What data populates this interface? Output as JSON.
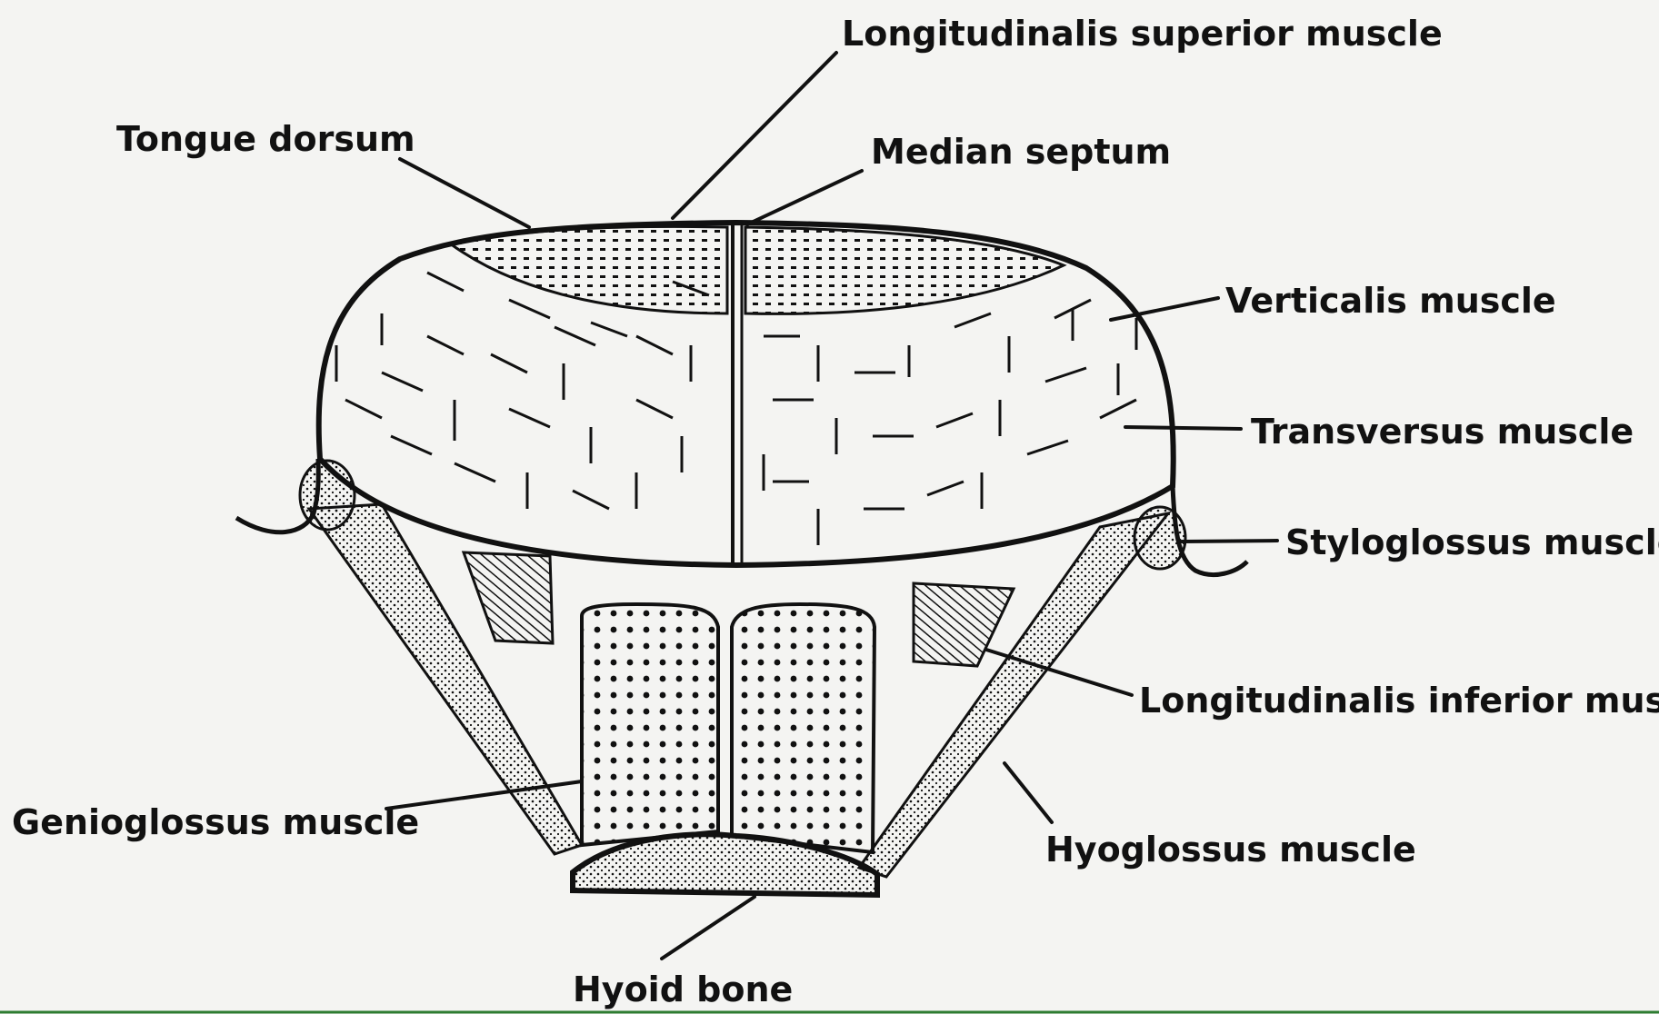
{
  "labels": {
    "longitudinalis_superior": "Longitudinalis superior muscle",
    "tongue_dorsum": "Tongue dorsum",
    "median_septum": "Median septum",
    "verticalis": "Verticalis muscle",
    "transversus": "Transversus muscle",
    "styloglossus": "Styloglossus muscle",
    "longitudinalis_inferior": "Longitudinalis inferior muscle",
    "genioglossus": "Genioglossus muscle",
    "hyoglossus": "Hyoglossus muscle",
    "hyoid_bone": "Hyoid bone"
  },
  "colors": {
    "ink": "#111111",
    "background": "#f4f4f2",
    "frame": "#2e7d32"
  }
}
